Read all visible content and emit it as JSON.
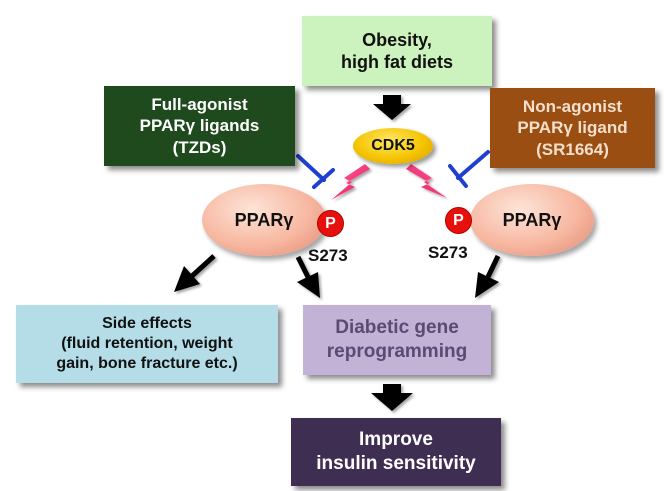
{
  "nodes": {
    "obesity": [
      "Obesity,",
      "high fat diets"
    ],
    "full_agonist": [
      "Full-agonist",
      "PPARγ ligands",
      "(TZDs)"
    ],
    "non_agonist": [
      "Non-agonist",
      "PPARγ ligand",
      "(SR1664)"
    ],
    "cdk5": "CDK5",
    "ppar_left": "PPARγ",
    "ppar_right": "PPARγ",
    "phospho_left": "P",
    "phospho_right": "P",
    "site_left": "S273",
    "site_right": "S273",
    "side_effects": [
      "Side effects",
      "(fluid retention, weight",
      "gain, bone fracture etc.)"
    ],
    "diabetic": [
      "Diabetic gene",
      "reprogramming"
    ],
    "improve": [
      "Improve",
      "insulin sensitivity"
    ]
  },
  "colors": {
    "obesity_bg": "#ccf2bd",
    "full_agonist_bg": "#1e4a1e",
    "non_agonist_bg": "#9a4e12",
    "cdk5_fill": "#f5c400",
    "ppar_fill": "#f7b7a0",
    "phospho_fill": "#e8100c",
    "lightning": "#ff3f80",
    "inhibition": "#1f3fd0",
    "side_effects_bg": "#b5dde8",
    "diabetic_bg": "#c1b2d6",
    "improve_bg": "#3d2e52"
  }
}
